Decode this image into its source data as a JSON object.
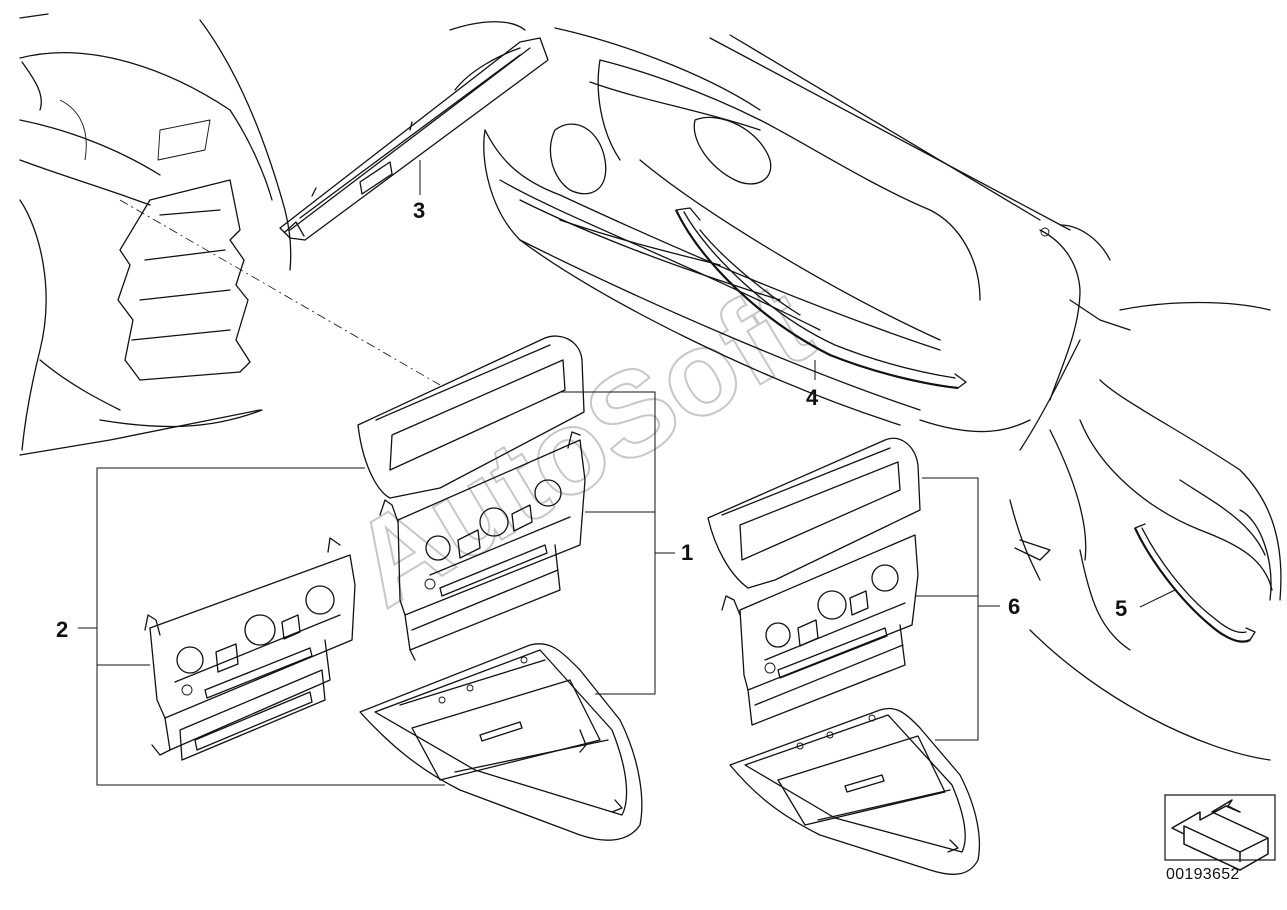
{
  "diagram": {
    "callouts": [
      {
        "id": "1",
        "label": "1"
      },
      {
        "id": "2",
        "label": "2"
      },
      {
        "id": "3",
        "label": "3"
      },
      {
        "id": "4",
        "label": "4"
      },
      {
        "id": "5",
        "label": "5"
      },
      {
        "id": "6",
        "label": "6"
      }
    ],
    "watermark": "AutoSoft",
    "drawing_number": "00193652",
    "icon": "orientation-arrow-icon"
  }
}
